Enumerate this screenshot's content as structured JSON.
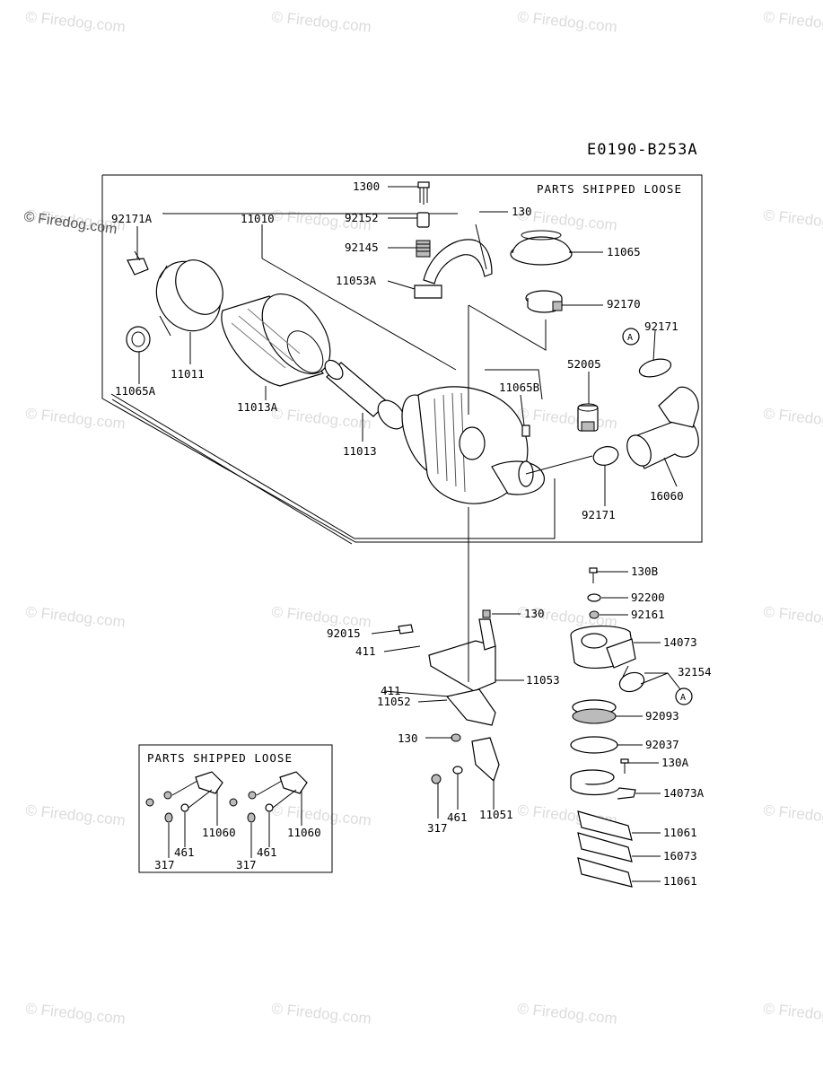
{
  "diagram_code": "E0190-B253A",
  "watermark": {
    "copyright_symbol": "©",
    "text": "Firedog.com"
  },
  "notes": {
    "main": "PARTS SHIPPED LOOSE",
    "inset": "PARTS SHIPPED LOOSE"
  },
  "callouts": {
    "a1": "A",
    "a2": "A"
  },
  "parts": {
    "p1300": "1300",
    "p92152": "92152",
    "p92145": "92145",
    "p11053A": "11053A",
    "p130_top": "130",
    "p11065": "11065",
    "p92170": "92170",
    "p92171A": "92171A",
    "p11010": "11010",
    "p11011": "11011",
    "p11065A": "11065A",
    "p11013A": "11013A",
    "p11013": "11013",
    "p11065B": "11065B",
    "p52005": "52005",
    "p92171_top": "92171",
    "p92171_bot": "92171",
    "p16060": "16060",
    "p130B": "130B",
    "p92200": "92200",
    "p92161": "92161",
    "p14073": "14073",
    "p32154": "32154",
    "p92093": "92093",
    "p92037": "92037",
    "p130A": "130A",
    "p14073A": "14073A",
    "p11061_a": "11061",
    "p16073": "16073",
    "p11061_b": "11061",
    "p92015": "92015",
    "p411_a": "411",
    "p411_b": "411",
    "p11052": "11052",
    "p130_mid": "130",
    "p11053": "11053",
    "p130_low": "130",
    "p317": "317",
    "p461": "461",
    "p11051": "11051",
    "inset_11060_a": "11060",
    "inset_461_a": "461",
    "inset_317_a": "317",
    "inset_11060_b": "11060",
    "inset_461_b": "461",
    "inset_317_b": "317"
  }
}
